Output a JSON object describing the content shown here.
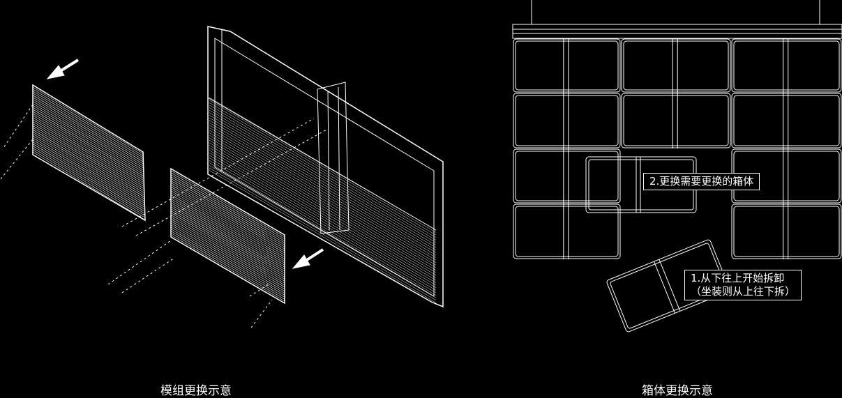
{
  "captions": {
    "module_replacement": "模组更换示意",
    "cabinet_replacement": "箱体更换示意"
  },
  "callouts": {
    "step2": "2.更换需要更换的箱体",
    "step1_line1": "1.从下往上开始拆卸",
    "step1_line2": "（坐装则从上往下拆）"
  },
  "colors": {
    "background": "#000000",
    "line": "#ffffff"
  }
}
